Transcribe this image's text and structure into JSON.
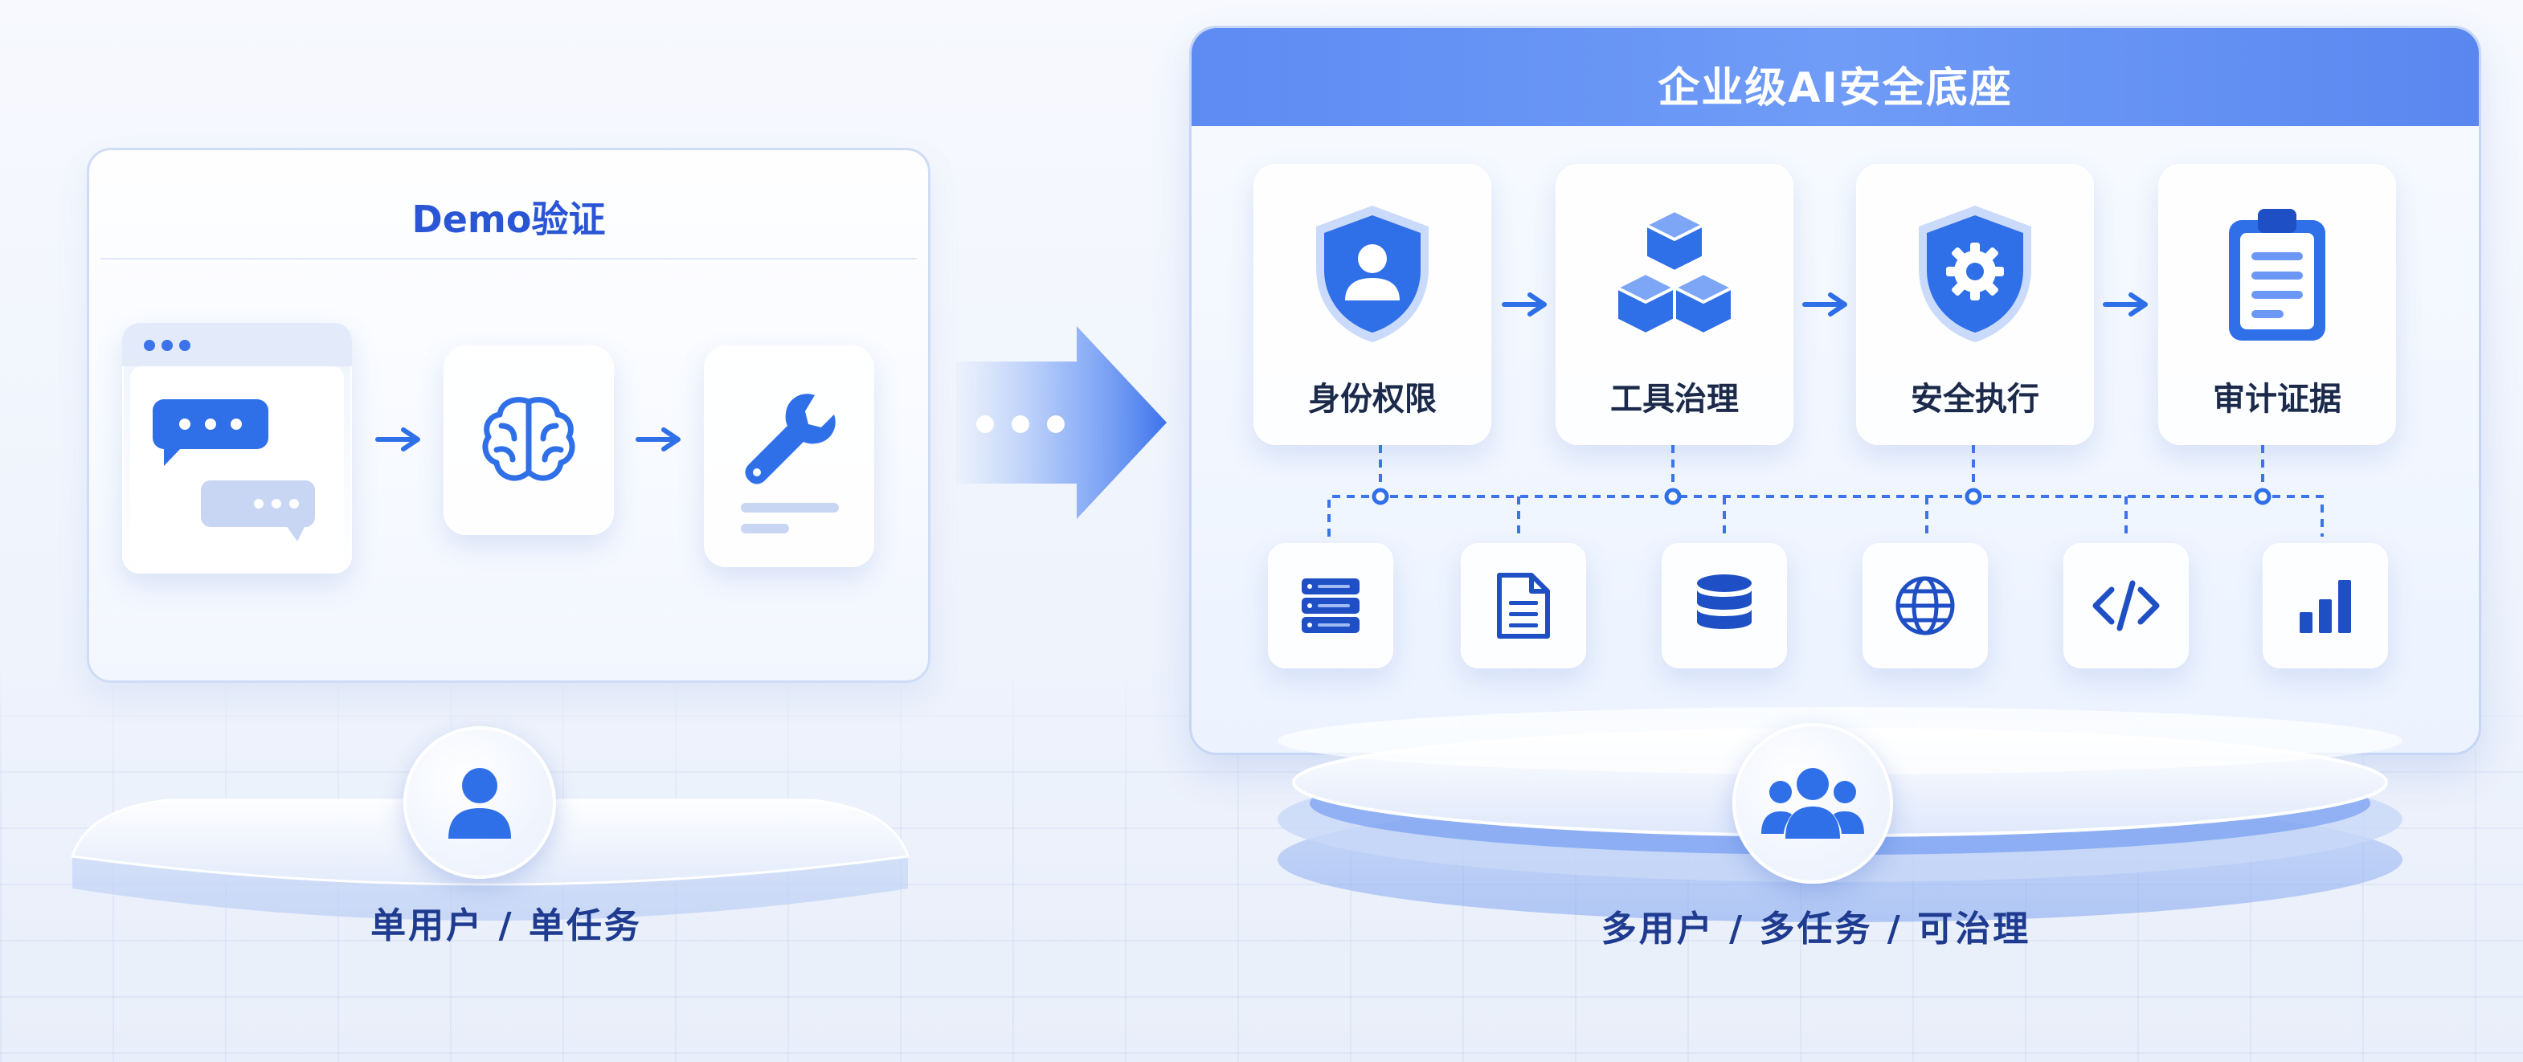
{
  "left_panel": {
    "title": "Demo验证",
    "footer": "单用户 / 单任务"
  },
  "right_panel": {
    "title": "企业级AI安全底座",
    "modules": [
      {
        "label": "身份权限",
        "icon": "shield-user-icon"
      },
      {
        "label": "工具治理",
        "icon": "cubes-icon"
      },
      {
        "label": "安全执行",
        "icon": "shield-gear-icon"
      },
      {
        "label": "审计证据",
        "icon": "clipboard-icon"
      }
    ],
    "resources": [
      "server-icon",
      "document-icon",
      "database-icon",
      "globe-icon",
      "code-icon",
      "bar-chart-icon"
    ],
    "footer": "多用户 / 多任务 / 可治理"
  },
  "colors": {
    "accent": "#2f6fe8",
    "accent_dark": "#1f4fc4",
    "header": "#6b98f5",
    "text": "#1b2a4a"
  }
}
